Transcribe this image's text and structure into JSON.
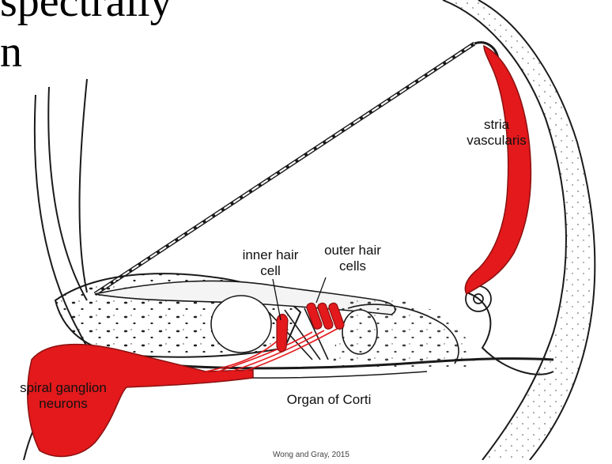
{
  "heading": {
    "line1": "spectrally",
    "line2": "n"
  },
  "labels": {
    "stria_line1": "stria",
    "stria_line2": "vascularis",
    "inner_line1": "inner hair",
    "inner_line2": "cell",
    "outer_line1": "outer hair",
    "outer_line2": "cells",
    "organ": "Organ of Corti",
    "spiral_line1": "spiral ganglion",
    "spiral_line2": "neurons"
  },
  "credit": "Wong and Gray, 2015",
  "colors": {
    "highlight": "#e3191c",
    "ink": "#1a1a1a"
  }
}
